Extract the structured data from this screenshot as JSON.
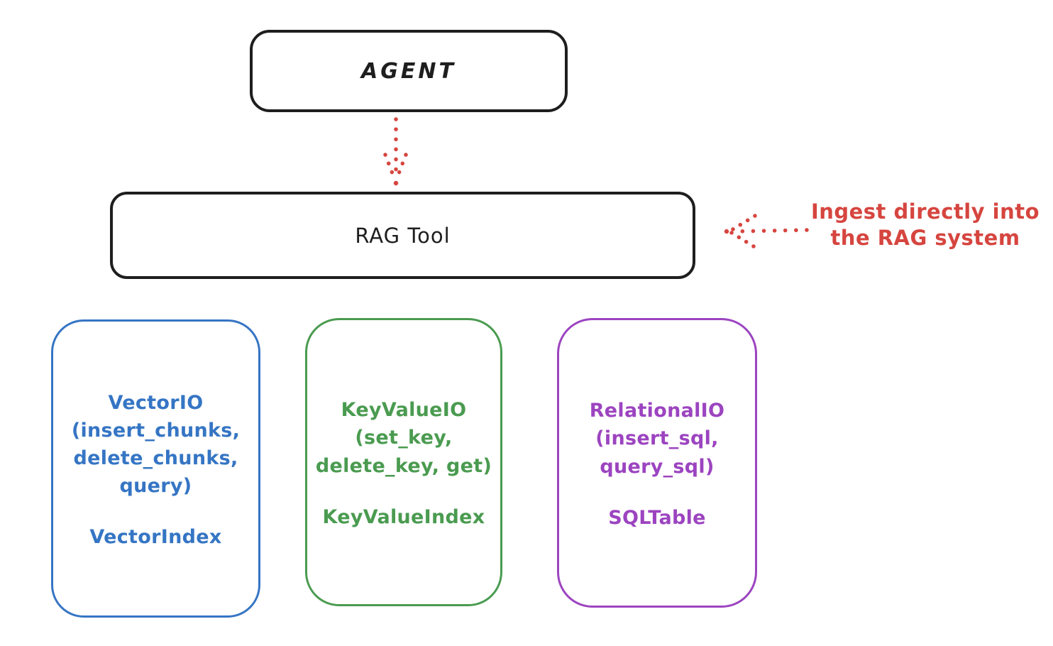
{
  "diagram": {
    "agent": {
      "label": "AGENT"
    },
    "rag_tool": {
      "label": "RAG Tool"
    },
    "annotation": {
      "text": "Ingest directly into\nthe RAG system"
    },
    "backends": [
      {
        "name": "vector-io",
        "io_label": "VectorIO\n(insert_chunks,\ndelete_chunks,\nquery)",
        "index_label": "VectorIndex",
        "color": "#3575c4"
      },
      {
        "name": "keyvalue-io",
        "io_label": "KeyValueIO\n(set_key,\ndelete_key, get)",
        "index_label": "KeyValueIndex",
        "color": "#4a9b50"
      },
      {
        "name": "relational-io",
        "io_label": "RelationalIO\n(insert_sql,\nquery_sql)",
        "index_label": "SQLTable",
        "color": "#9c44c0"
      }
    ],
    "colors": {
      "node_stroke": "#1e1e1e",
      "accent_red": "#d6453f",
      "background": "#ffffff"
    }
  }
}
